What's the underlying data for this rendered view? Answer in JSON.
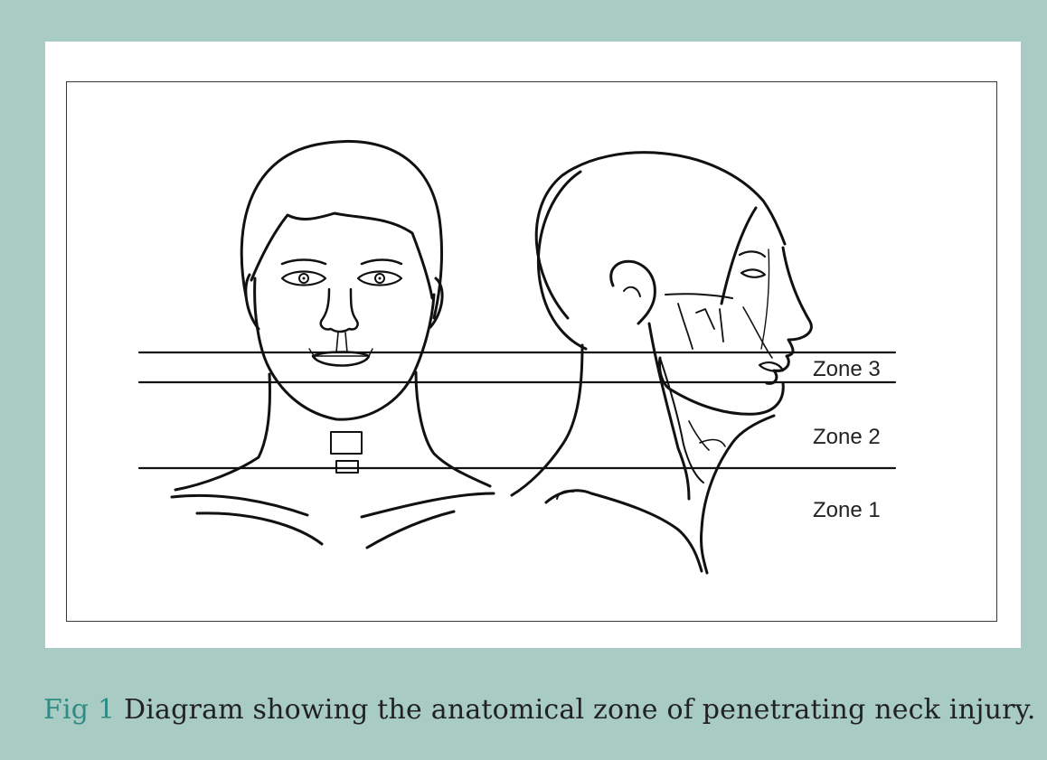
{
  "caption": {
    "fig_label": "Fig 1",
    "text": "Diagram showing the anatomical zone of penetrating neck injury."
  },
  "zones": {
    "zone3": "Zone 3",
    "zone2": "Zone 2",
    "zone1": "Zone 1"
  },
  "colors": {
    "background": "#a8cbc3",
    "panel": "#ffffff",
    "figure_label": "#2f8b84",
    "ink": "#111111"
  }
}
